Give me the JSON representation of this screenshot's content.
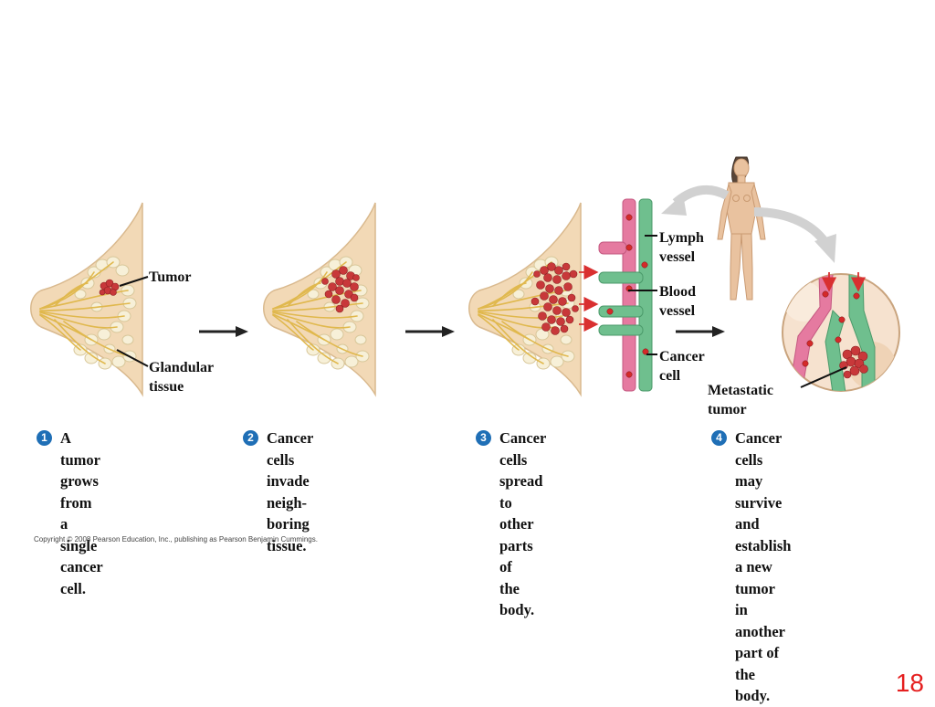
{
  "labels": {
    "tumor": "Tumor",
    "glandular": "Glandular\ntissue",
    "lymph_vessel": "Lymph\nvessel",
    "blood_vessel": "Blood\nvessel",
    "cancer_cell": "Cancer\ncell",
    "metastatic_tumor": "Metastatic\ntumor"
  },
  "steps": [
    {
      "number": "1",
      "text": "A tumor grows\nfrom a single\ncancer cell."
    },
    {
      "number": "2",
      "text": "Cancer cells\ninvade neigh-\nboring tissue."
    },
    {
      "number": "3",
      "text": "Cancer cells spread\nto other parts of\nthe body."
    },
    {
      "number": "4",
      "text": "Cancer cells may\nsurvive and\nestablish a new\ntumor in another\npart of the body."
    }
  ],
  "copyright": "Copyright © 2008 Pearson Education, Inc., publishing as Pearson Benjamin Cummings.",
  "page_number": "18",
  "colors": {
    "skin": "#f2d9b6",
    "gland": "#f7f0d8",
    "duct": "#e0b84d",
    "tumor": "#c8383a",
    "lymph": "#6fbf8e",
    "blood": "#e57aa0",
    "badge": "#1f6fb6",
    "page_number": "#e52020"
  }
}
